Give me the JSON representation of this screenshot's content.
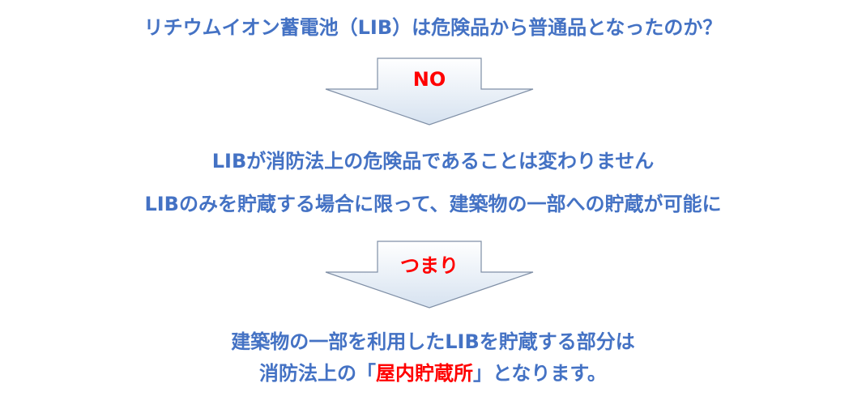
{
  "question": "リチウムイオン蓄電池（LIB）は危険品から普通品となったのか？",
  "arrow1": {
    "label": "NO"
  },
  "statement1": "LIBが消防法上の危険品であることは変わりません",
  "statement2": "LIBのみを貯蔵する場合に限って、建築物の一部への貯蔵が可能に",
  "arrow2": {
    "label": "つまり"
  },
  "conclusion": {
    "line1": "建築物の一部を利用したLIBを貯蔵する部分は",
    "line2_prefix": "消防法上の「",
    "line2_highlight": "屋内貯蔵所",
    "line2_suffix": "」となります。"
  },
  "colors": {
    "text": "#4472c4",
    "highlight": "#ff0000",
    "arrow_fill_top": "#ffffff",
    "arrow_fill_bottom": "#d6e2f0",
    "arrow_stroke": "#7f8fa6"
  }
}
